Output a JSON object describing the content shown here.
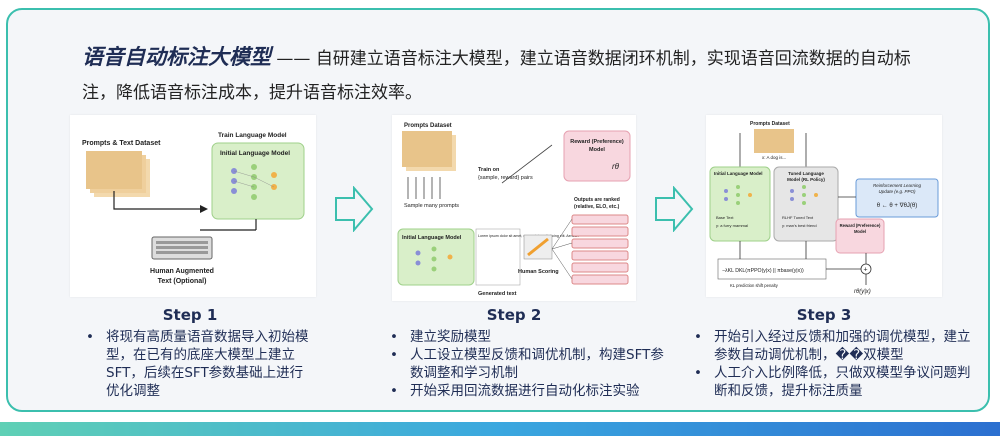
{
  "headline": {
    "title": "语音自动标注大模型",
    "dash": " —— ",
    "text": "自研建立语音标注大模型，建立语音数据闭环机制，实现语音回流数据的自动标注，降低语音标注成本，提升语音标注效率。"
  },
  "panel1": {
    "dataset": "Prompts & Text Dataset",
    "train_title": "Train Language Model",
    "initial_model": "Initial Language Model",
    "human_aug_1": "Human Augmented",
    "human_aug_2": "Text (Optional)"
  },
  "panel2": {
    "dataset": "Prompts Dataset",
    "sample": "Sample many prompts",
    "initial_model": "Initial Language Model",
    "train_on_1": "Train on",
    "train_on_2": "{sample, reward} pairs",
    "reward_1": "Reward (Preference)",
    "reward_2": "Model",
    "reward_symbol": "rθ",
    "generated": "Generated text",
    "outputs_1": "Outputs are ranked",
    "outputs_2": "(relative, ELO, etc.)",
    "human_scoring": "Human Scoring",
    "lorem": "Lorem ipsum dolor sit amet, consectetur adipiscing elit. Aenean"
  },
  "panel3": {
    "dataset": "Prompts Dataset",
    "prompt_x": "x: A dog is...",
    "initial_model": "Initial Language Model",
    "tuned_model_1": "Tuned Language",
    "tuned_model_2": "Model (RL Policy)",
    "rl_1": "Reinforcement Learning",
    "rl_2": "Update (e.g. PPO)",
    "rl_formula": "θ ← θ + ∇θJ(θ)",
    "reward_1": "Reward (Preference)",
    "reward_2": "Model",
    "base_text": "Base Text",
    "base_y": "y: a furry mammal",
    "tuned_text": "RLHF Tuned Text",
    "tuned_y": "y: man's best friend",
    "kl_formula": "−λKL DKL(πPPO(y|x) || πbase(y|x))",
    "kl_label": "KL prediction shift penalty",
    "output_formula": "rθ(y|x)"
  },
  "steps": [
    {
      "title": "Step 1",
      "bullets": [
        "将现有高质量语音数据导入初始模型，在已有的底座大模型上建立SFT，后续在SFT参数基础上进行优化调整"
      ]
    },
    {
      "title": "Step 2",
      "bullets": [
        "建立奖励模型",
        "人工设立模型反馈和调优机制，构建SFT参数调整和学习机制",
        "开始采用回流数据进行自动化标注实验"
      ]
    },
    {
      "title": "Step 3",
      "bullets": [
        "开始引入经过反馈和加强的调优模型，建立参数自动调优机制，��双模型",
        "人工介入比例降低，只做双模型争议问题判断和反馈，提升标注质量"
      ]
    }
  ],
  "colors": {
    "accent_teal": "#3bbfae",
    "title_navy": "#1f2d55",
    "model_green": "#d9efc9",
    "reward_pink": "#f8d7df",
    "rl_blue": "#dbe8f8"
  }
}
